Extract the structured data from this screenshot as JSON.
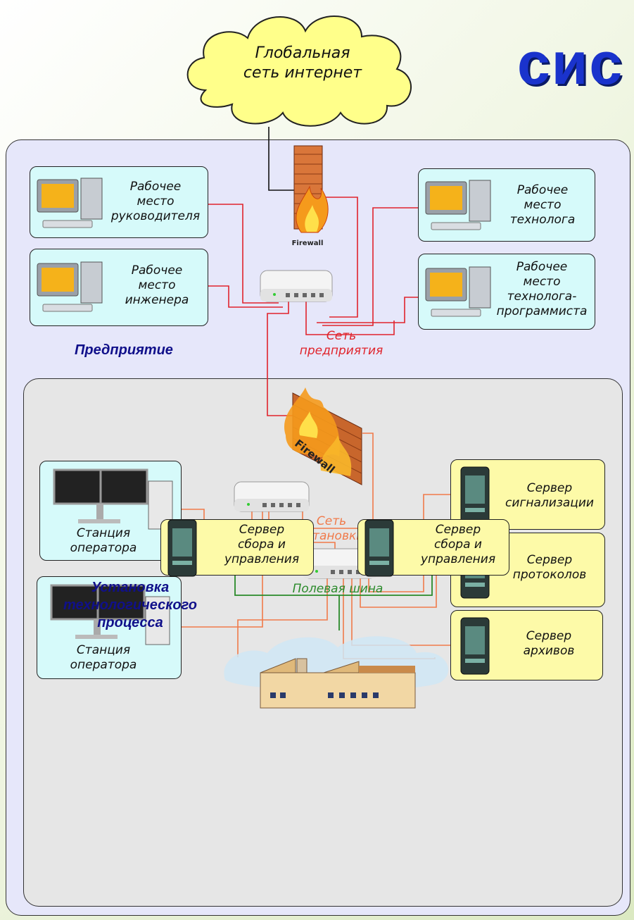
{
  "title": "сис",
  "cloud": {
    "label": "Глобальная\nсеть интернет"
  },
  "firewall_label": "Firewall",
  "enterprise": {
    "zone_label": "Предприятие",
    "network_label": "Сеть\nпредприятия",
    "workstations": {
      "manager": "Рабочее\nместо\nруководителя",
      "engineer": "Рабочее\nместо\nинженера",
      "technologist": "Рабочее\nместо\nтехнолога",
      "programmer": "Рабочее\nместо\nтехнолога-\nпрограммиста"
    }
  },
  "installation": {
    "zone_label": "Установка\nтехнологического\nпроцесса",
    "network_label": "Сеть\nустановки",
    "fieldbus_label": "Полевая шина",
    "operator_station_1": "Станция\nоператора",
    "operator_station_2": "Станция\nоператора",
    "alarm_server": "Сервер\nсигнализации",
    "protocol_server": "Сервер\nпротоколов",
    "archive_server": "Сервер\nархивов",
    "control_server_1": "Сервер\nсбора и\nуправления",
    "control_server_2": "Сервер\nсбора и\nуправления"
  },
  "colors": {
    "enterprise_net": "#e0242c",
    "installation_net": "#f07a4a",
    "fieldbus": "#2a8a2a",
    "title": "#1a33cc"
  }
}
